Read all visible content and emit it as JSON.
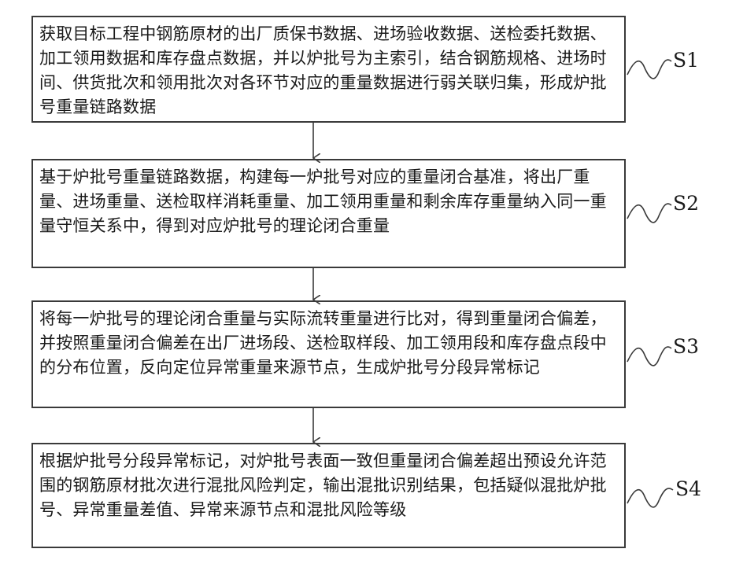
{
  "steps": [
    {
      "id": "S1",
      "text": "获取目标工程中钢筋原材的出厂质保书数据、进场验收数据、送检委托数据、加工领用数据和库存盘点数据，并以炉批号为主索引，结合钢筋规格、进场时间、供货批次和领用批次对各环节对应的重量数据进行弱关联归集，形成炉批号重量链路数据"
    },
    {
      "id": "S2",
      "text": "基于炉批号重量链路数据，构建每一炉批号对应的重量闭合基准，将出厂重量、进场重量、送检取样消耗重量、加工领用重量和剩余库存重量纳入同一重量守恒关系中，得到对应炉批号的理论闭合重量"
    },
    {
      "id": "S3",
      "text": "将每一炉批号的理论闭合重量与实际流转重量进行比对，得到重量闭合偏差，并按照重量闭合偏差在出厂进场段、送检取样段、加工领用段和库存盘点段中的分布位置，反向定位异常重量来源节点，生成炉批号分段异常标记"
    },
    {
      "id": "S4",
      "text": "根据炉批号分段异常标记，对炉批号表面一致但重量闭合偏差超出预设允许范围的钢筋原材批次进行混批风险判定，输出混批识别结果，包括疑似混批炉批号、异常重量差值、异常来源节点和混批风险等级"
    }
  ]
}
